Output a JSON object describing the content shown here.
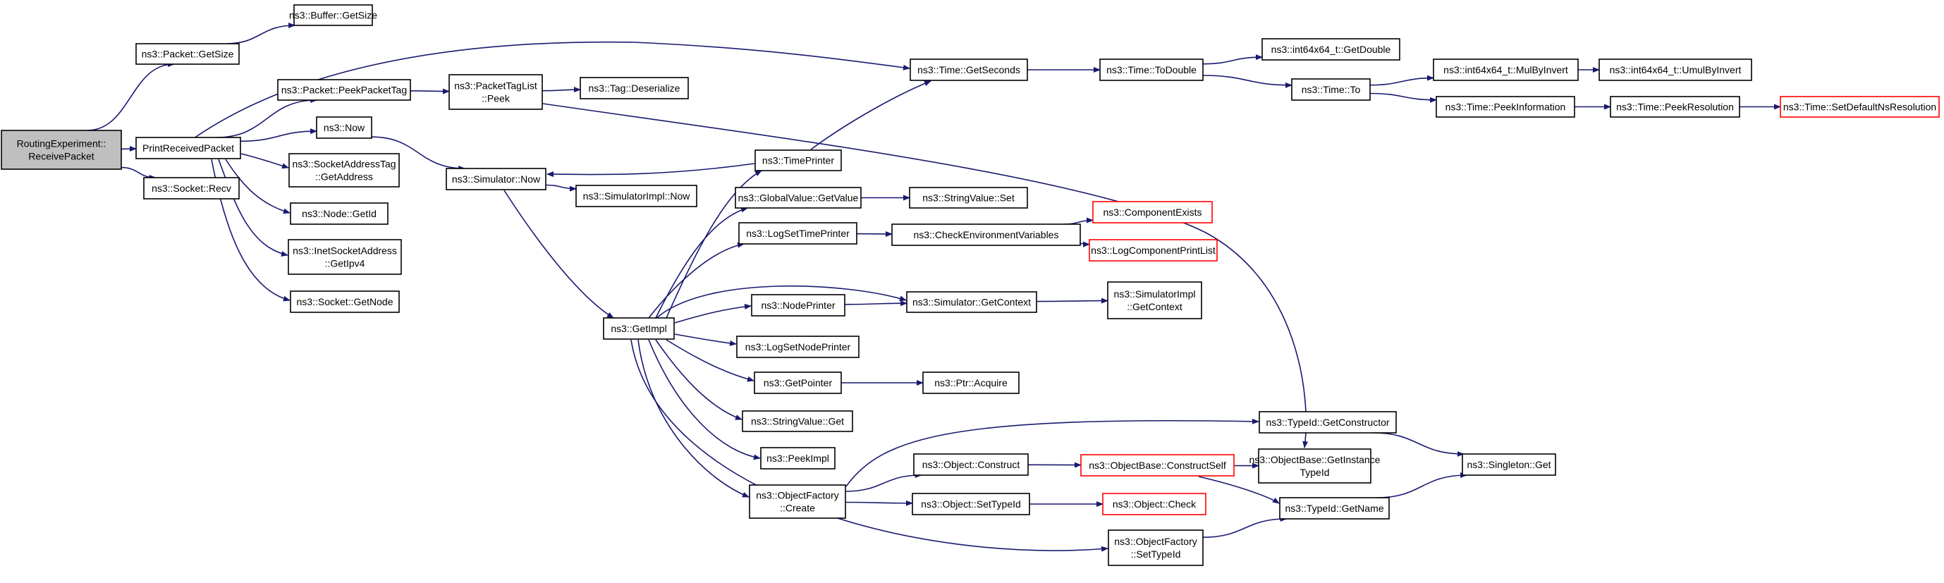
{
  "colors": {
    "edge": "#191970",
    "node_border": "#000000",
    "truncated_border": "#ff0000",
    "root_fill": "#bfbfbf",
    "node_fill": "#ffffff"
  },
  "nodes": [
    {
      "id": "receive_packet",
      "lines": [
        "RoutingExperiment::",
        "ReceivePacket"
      ],
      "root": true
    },
    {
      "id": "packet_getsize",
      "lines": [
        "ns3::Packet::GetSize"
      ]
    },
    {
      "id": "buffer_getsize",
      "lines": [
        "ns3::Buffer::GetSize"
      ]
    },
    {
      "id": "print_received",
      "lines": [
        "PrintReceivedPacket"
      ]
    },
    {
      "id": "socket_recv",
      "lines": [
        "ns3::Socket::Recv"
      ]
    },
    {
      "id": "peek_packet_tag",
      "lines": [
        "ns3::Packet::PeekPacketTag"
      ]
    },
    {
      "id": "packet_taglist_peek",
      "lines": [
        "ns3::PacketTagList",
        "::Peek"
      ]
    },
    {
      "id": "tag_deserialize",
      "lines": [
        "ns3::Tag::Deserialize"
      ]
    },
    {
      "id": "ns3_now",
      "lines": [
        "ns3::Now"
      ]
    },
    {
      "id": "socketaddresstag",
      "lines": [
        "ns3::SocketAddressTag",
        "::GetAddress"
      ]
    },
    {
      "id": "node_getid",
      "lines": [
        "ns3::Node::GetId"
      ]
    },
    {
      "id": "inet_getipv4",
      "lines": [
        "ns3::InetSocketAddress",
        "::GetIpv4"
      ]
    },
    {
      "id": "socket_getnode",
      "lines": [
        "ns3::Socket::GetNode"
      ]
    },
    {
      "id": "simulator_now",
      "lines": [
        "ns3::Simulator::Now"
      ]
    },
    {
      "id": "simulatorimpl_now",
      "lines": [
        "ns3::SimulatorImpl::Now"
      ]
    },
    {
      "id": "getimpl",
      "lines": [
        "ns3::GetImpl"
      ]
    },
    {
      "id": "time_getseconds",
      "lines": [
        "ns3::Time::GetSeconds"
      ]
    },
    {
      "id": "time_todouble",
      "lines": [
        "ns3::Time::ToDouble"
      ]
    },
    {
      "id": "int64_getdouble",
      "lines": [
        "ns3::int64x64_t::GetDouble"
      ]
    },
    {
      "id": "time_to",
      "lines": [
        "ns3::Time::To"
      ]
    },
    {
      "id": "int64_mulbyinvert",
      "lines": [
        "ns3::int64x64_t::MulByInvert"
      ]
    },
    {
      "id": "int64_umulbyinvert",
      "lines": [
        "ns3::int64x64_t::UmulByInvert"
      ]
    },
    {
      "id": "time_peekinformation",
      "lines": [
        "ns3::Time::PeekInformation"
      ]
    },
    {
      "id": "time_peekresolution",
      "lines": [
        "ns3::Time::PeekResolution"
      ]
    },
    {
      "id": "time_setdefaultns",
      "lines": [
        "ns3::Time::SetDefaultNsResolution"
      ],
      "truncated": true
    },
    {
      "id": "timeprinter",
      "lines": [
        "ns3::TimePrinter"
      ]
    },
    {
      "id": "globalvalue_getvalue",
      "lines": [
        "ns3::GlobalValue::GetValue"
      ]
    },
    {
      "id": "stringvalue_set",
      "lines": [
        "ns3::StringValue::Set"
      ]
    },
    {
      "id": "logsettimeprinter",
      "lines": [
        "ns3::LogSetTimePrinter"
      ]
    },
    {
      "id": "checkenvvars",
      "lines": [
        "ns3::CheckEnvironmentVariables"
      ]
    },
    {
      "id": "componentexists",
      "lines": [
        "ns3::ComponentExists"
      ],
      "truncated": true
    },
    {
      "id": "logcomponentprintlist",
      "lines": [
        "ns3::LogComponentPrintList"
      ],
      "truncated": true
    },
    {
      "id": "nodeprinter",
      "lines": [
        "ns3::NodePrinter"
      ]
    },
    {
      "id": "simulator_getcontext",
      "lines": [
        "ns3::Simulator::GetContext"
      ]
    },
    {
      "id": "simulatorimpl_getcontext",
      "lines": [
        "ns3::SimulatorImpl",
        "::GetContext"
      ]
    },
    {
      "id": "logsetnodeprinter",
      "lines": [
        "ns3::LogSetNodePrinter"
      ]
    },
    {
      "id": "getpointer",
      "lines": [
        "ns3::GetPointer"
      ]
    },
    {
      "id": "ptr_acquire",
      "lines": [
        "ns3::Ptr::Acquire"
      ]
    },
    {
      "id": "stringvalue_get",
      "lines": [
        "ns3::StringValue::Get"
      ]
    },
    {
      "id": "peekimpl",
      "lines": [
        "ns3::PeekImpl"
      ]
    },
    {
      "id": "objectfactory_create",
      "lines": [
        "ns3::ObjectFactory",
        "::Create"
      ]
    },
    {
      "id": "typeid_getconstructor",
      "lines": [
        "ns3::TypeId::GetConstructor"
      ]
    },
    {
      "id": "singleton_get",
      "lines": [
        "ns3::Singleton::Get"
      ]
    },
    {
      "id": "object_construct",
      "lines": [
        "ns3::Object::Construct"
      ]
    },
    {
      "id": "objectbase_constructself",
      "lines": [
        "ns3::ObjectBase::ConstructSelf"
      ],
      "truncated": true
    },
    {
      "id": "objectbase_getinstancetypeid",
      "lines": [
        "ns3::ObjectBase::GetInstance",
        "TypeId"
      ]
    },
    {
      "id": "object_settypeid",
      "lines": [
        "ns3::Object::SetTypeId"
      ]
    },
    {
      "id": "object_check",
      "lines": [
        "ns3::Object::Check"
      ],
      "truncated": true
    },
    {
      "id": "objectfactory_settypeid",
      "lines": [
        "ns3::ObjectFactory",
        "::SetTypeId"
      ]
    },
    {
      "id": "typeid_getname",
      "lines": [
        "ns3::TypeId::GetName"
      ]
    }
  ],
  "edges": [
    [
      "receive_packet",
      "packet_getsize"
    ],
    [
      "receive_packet",
      "print_received"
    ],
    [
      "receive_packet",
      "socket_recv"
    ],
    [
      "packet_getsize",
      "buffer_getsize"
    ],
    [
      "print_received",
      "peek_packet_tag"
    ],
    [
      "print_received",
      "time_getseconds"
    ],
    [
      "print_received",
      "ns3_now"
    ],
    [
      "print_received",
      "socketaddresstag"
    ],
    [
      "print_received",
      "node_getid"
    ],
    [
      "print_received",
      "inet_getipv4"
    ],
    [
      "print_received",
      "socket_getnode"
    ],
    [
      "peek_packet_tag",
      "packet_taglist_peek"
    ],
    [
      "packet_taglist_peek",
      "tag_deserialize"
    ],
    [
      "packet_taglist_peek",
      "objectbase_getinstancetypeid"
    ],
    [
      "ns3_now",
      "simulator_now"
    ],
    [
      "simulator_now",
      "simulatorimpl_now"
    ],
    [
      "simulator_now",
      "getimpl"
    ],
    [
      "timeprinter",
      "simulator_now"
    ],
    [
      "timeprinter",
      "time_getseconds"
    ],
    [
      "time_getseconds",
      "time_todouble"
    ],
    [
      "time_todouble",
      "int64_getdouble"
    ],
    [
      "time_todouble",
      "time_to"
    ],
    [
      "time_to",
      "int64_mulbyinvert"
    ],
    [
      "time_to",
      "time_peekinformation"
    ],
    [
      "int64_mulbyinvert",
      "int64_umulbyinvert"
    ],
    [
      "time_peekinformation",
      "time_peekresolution"
    ],
    [
      "time_peekresolution",
      "time_setdefaultns"
    ],
    [
      "getimpl",
      "timeprinter"
    ],
    [
      "getimpl",
      "globalvalue_getvalue"
    ],
    [
      "getimpl",
      "logsettimeprinter"
    ],
    [
      "getimpl",
      "simulator_getcontext"
    ],
    [
      "getimpl",
      "nodeprinter"
    ],
    [
      "getimpl",
      "logsetnodeprinter"
    ],
    [
      "getimpl",
      "getpointer"
    ],
    [
      "getimpl",
      "stringvalue_get"
    ],
    [
      "getimpl",
      "peekimpl"
    ],
    [
      "getimpl",
      "objectfactory_create"
    ],
    [
      "getimpl",
      "objectfactory_settypeid"
    ],
    [
      "globalvalue_getvalue",
      "stringvalue_set"
    ],
    [
      "logsettimeprinter",
      "checkenvvars"
    ],
    [
      "checkenvvars",
      "componentexists"
    ],
    [
      "checkenvvars",
      "logcomponentprintlist"
    ],
    [
      "nodeprinter",
      "simulator_getcontext"
    ],
    [
      "simulator_getcontext",
      "simulatorimpl_getcontext"
    ],
    [
      "getpointer",
      "ptr_acquire"
    ],
    [
      "objectfactory_create",
      "typeid_getconstructor"
    ],
    [
      "objectfactory_create",
      "object_construct"
    ],
    [
      "objectfactory_create",
      "object_settypeid"
    ],
    [
      "typeid_getconstructor",
      "singleton_get"
    ],
    [
      "object_construct",
      "objectbase_constructself"
    ],
    [
      "objectbase_constructself",
      "objectbase_getinstancetypeid"
    ],
    [
      "objectbase_constructself",
      "typeid_getname"
    ],
    [
      "object_settypeid",
      "object_check"
    ],
    [
      "objectfactory_settypeid",
      "typeid_getname"
    ],
    [
      "typeid_getname",
      "singleton_get"
    ]
  ]
}
